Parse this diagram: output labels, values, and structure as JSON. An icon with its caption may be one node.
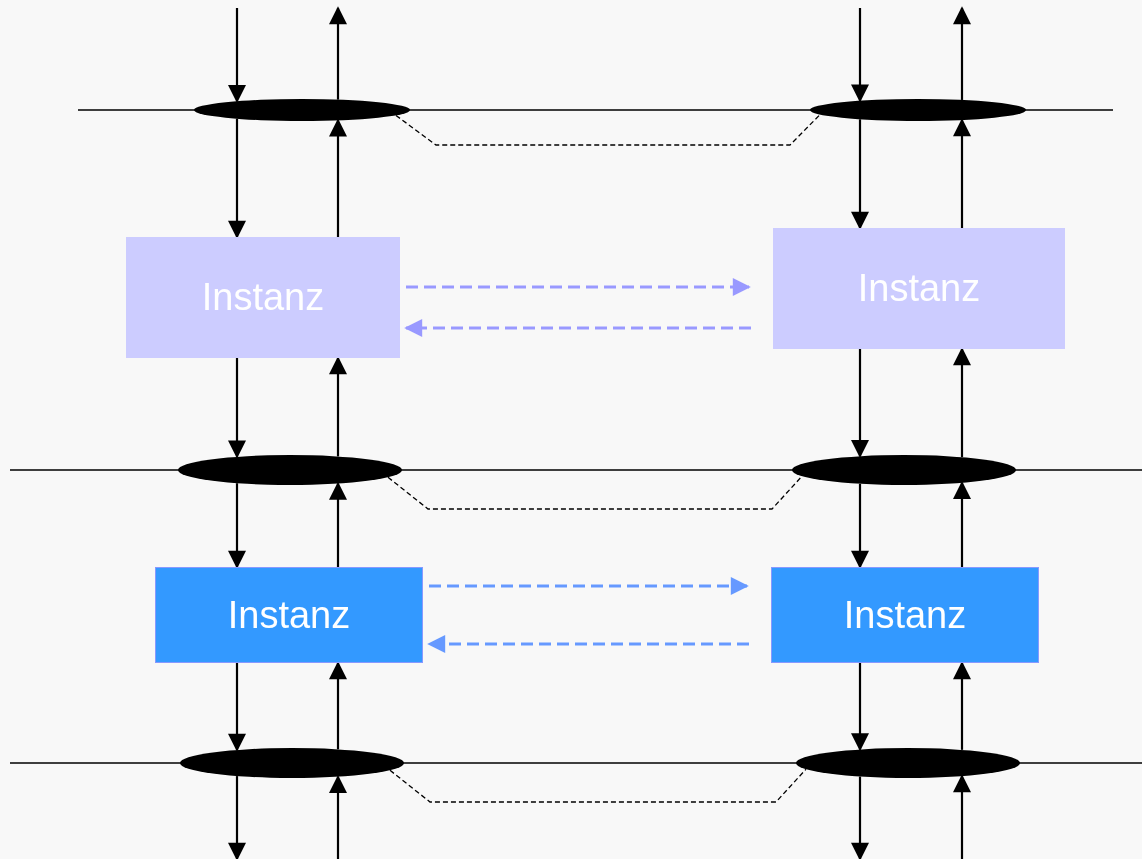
{
  "diagram": {
    "nodes": [
      {
        "text": [],
        "shape": "ellipse"
      },
      {
        "text": [],
        "shape": "ellipse"
      },
      {
        "text": [
          "Instanz"
        ]
      },
      {
        "text": [
          "Instanz"
        ]
      },
      {
        "text": [],
        "shape": "ellipse"
      },
      {
        "text": [],
        "shape": "ellipse"
      },
      {
        "text": [
          "Instanz"
        ]
      },
      {
        "text": [
          "Instanz"
        ]
      },
      {
        "text": [],
        "shape": "ellipse"
      },
      {
        "text": [],
        "shape": "ellipse"
      }
    ],
    "edges": [
      {
        "from": null,
        "to": 0,
        "arrow": "to"
      },
      {
        "from": 0,
        "to": null,
        "arrow": "to"
      },
      {
        "from": null,
        "to": 1,
        "arrow": "to"
      },
      {
        "from": 1,
        "to": null,
        "arrow": "to"
      },
      {
        "from": 0,
        "to": 1,
        "arrow": "none",
        "style": "dashed"
      },
      {
        "from": 0,
        "to": 2,
        "arrow": "to"
      },
      {
        "from": 2,
        "to": 0,
        "arrow": "to"
      },
      {
        "from": 1,
        "to": 3,
        "arrow": "to"
      },
      {
        "from": 3,
        "to": 1,
        "arrow": "to"
      },
      {
        "from": 2,
        "to": 3,
        "arrow": "to",
        "style": "dashed",
        "color": "#9999ff"
      },
      {
        "from": 3,
        "to": 2,
        "arrow": "to",
        "style": "dashed",
        "color": "#9999ff"
      },
      {
        "from": 2,
        "to": 4,
        "arrow": "to"
      },
      {
        "from": 4,
        "to": 2,
        "arrow": "to"
      },
      {
        "from": 3,
        "to": 5,
        "arrow": "to"
      },
      {
        "from": 5,
        "to": 3,
        "arrow": "to"
      },
      {
        "from": 4,
        "to": 5,
        "arrow": "none",
        "style": "dashed"
      },
      {
        "from": 4,
        "to": 6,
        "arrow": "to"
      },
      {
        "from": 6,
        "to": 4,
        "arrow": "to"
      },
      {
        "from": 5,
        "to": 7,
        "arrow": "to"
      },
      {
        "from": 7,
        "to": 5,
        "arrow": "to"
      },
      {
        "from": 6,
        "to": 7,
        "arrow": "to",
        "style": "dashed",
        "color": "#6699ff"
      },
      {
        "from": 7,
        "to": 6,
        "arrow": "to",
        "style": "dashed",
        "color": "#6699ff"
      },
      {
        "from": 6,
        "to": 8,
        "arrow": "to"
      },
      {
        "from": 8,
        "to": 6,
        "arrow": "to"
      },
      {
        "from": 7,
        "to": 9,
        "arrow": "to"
      },
      {
        "from": 9,
        "to": 7,
        "arrow": "to"
      },
      {
        "from": 8,
        "to": 9,
        "arrow": "none",
        "style": "dashed"
      },
      {
        "from": 8,
        "to": null,
        "arrow": "to"
      },
      {
        "from": null,
        "to": 8,
        "arrow": "to"
      },
      {
        "from": 9,
        "to": null,
        "arrow": "to"
      },
      {
        "from": null,
        "to": 9,
        "arrow": "to"
      }
    ]
  }
}
